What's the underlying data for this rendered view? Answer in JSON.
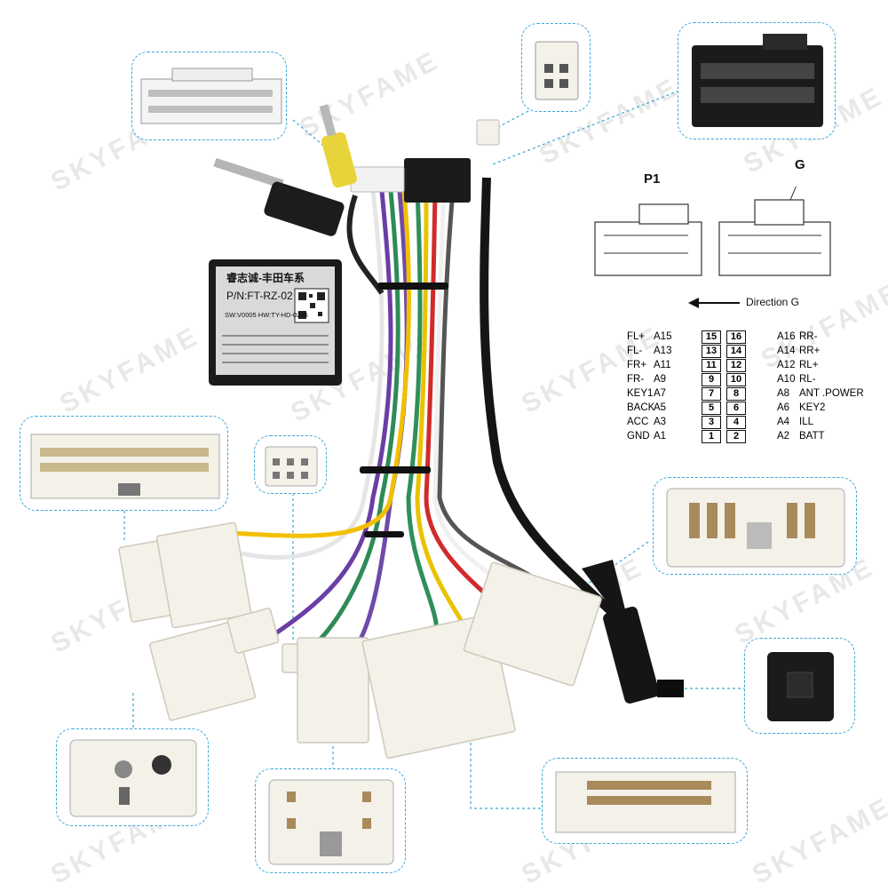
{
  "watermark": "SKYFAME",
  "module": {
    "brand_line": "睿志诚-丰田车系",
    "part_number": "P/N:FT-RZ-02",
    "version": "SW:V0005 HW:TY-HD-0205"
  },
  "diagram": {
    "p1_label": "P1",
    "g_label": "G",
    "direction_label": "Direction G"
  },
  "pinout": [
    {
      "left_name": "FL+",
      "left_code": "A15",
      "left_pin": "15",
      "right_pin": "16",
      "right_code": "A16",
      "right_name": "RR-"
    },
    {
      "left_name": "FL-",
      "left_code": "A13",
      "left_pin": "13",
      "right_pin": "14",
      "right_code": "A14",
      "right_name": "RR+"
    },
    {
      "left_name": "FR+",
      "left_code": "A11",
      "left_pin": "11",
      "right_pin": "12",
      "right_code": "A12",
      "right_name": "RL+"
    },
    {
      "left_name": "FR-",
      "left_code": "A9",
      "left_pin": "9",
      "right_pin": "10",
      "right_code": "A10",
      "right_name": "RL-"
    },
    {
      "left_name": "KEY1",
      "left_code": "A7",
      "left_pin": "7",
      "right_pin": "8",
      "right_code": "A8",
      "right_name": "ANT .POWER"
    },
    {
      "left_name": "BACK",
      "left_code": "A5",
      "left_pin": "5",
      "right_pin": "6",
      "right_code": "A6",
      "right_name": "KEY2"
    },
    {
      "left_name": "ACC",
      "left_code": "A3",
      "left_pin": "3",
      "right_pin": "4",
      "right_code": "A4",
      "right_name": "ILL"
    },
    {
      "left_name": "GND",
      "left_code": "A1",
      "left_pin": "1",
      "right_pin": "2",
      "right_code": "A2",
      "right_name": "BATT"
    }
  ],
  "colors": {
    "callout_border": "#3aa6d8",
    "connector_white": "#f4f1e9",
    "module_black": "#1b1b1b",
    "cable_black": "#151515",
    "rca_yellow": "#e8d43a"
  }
}
